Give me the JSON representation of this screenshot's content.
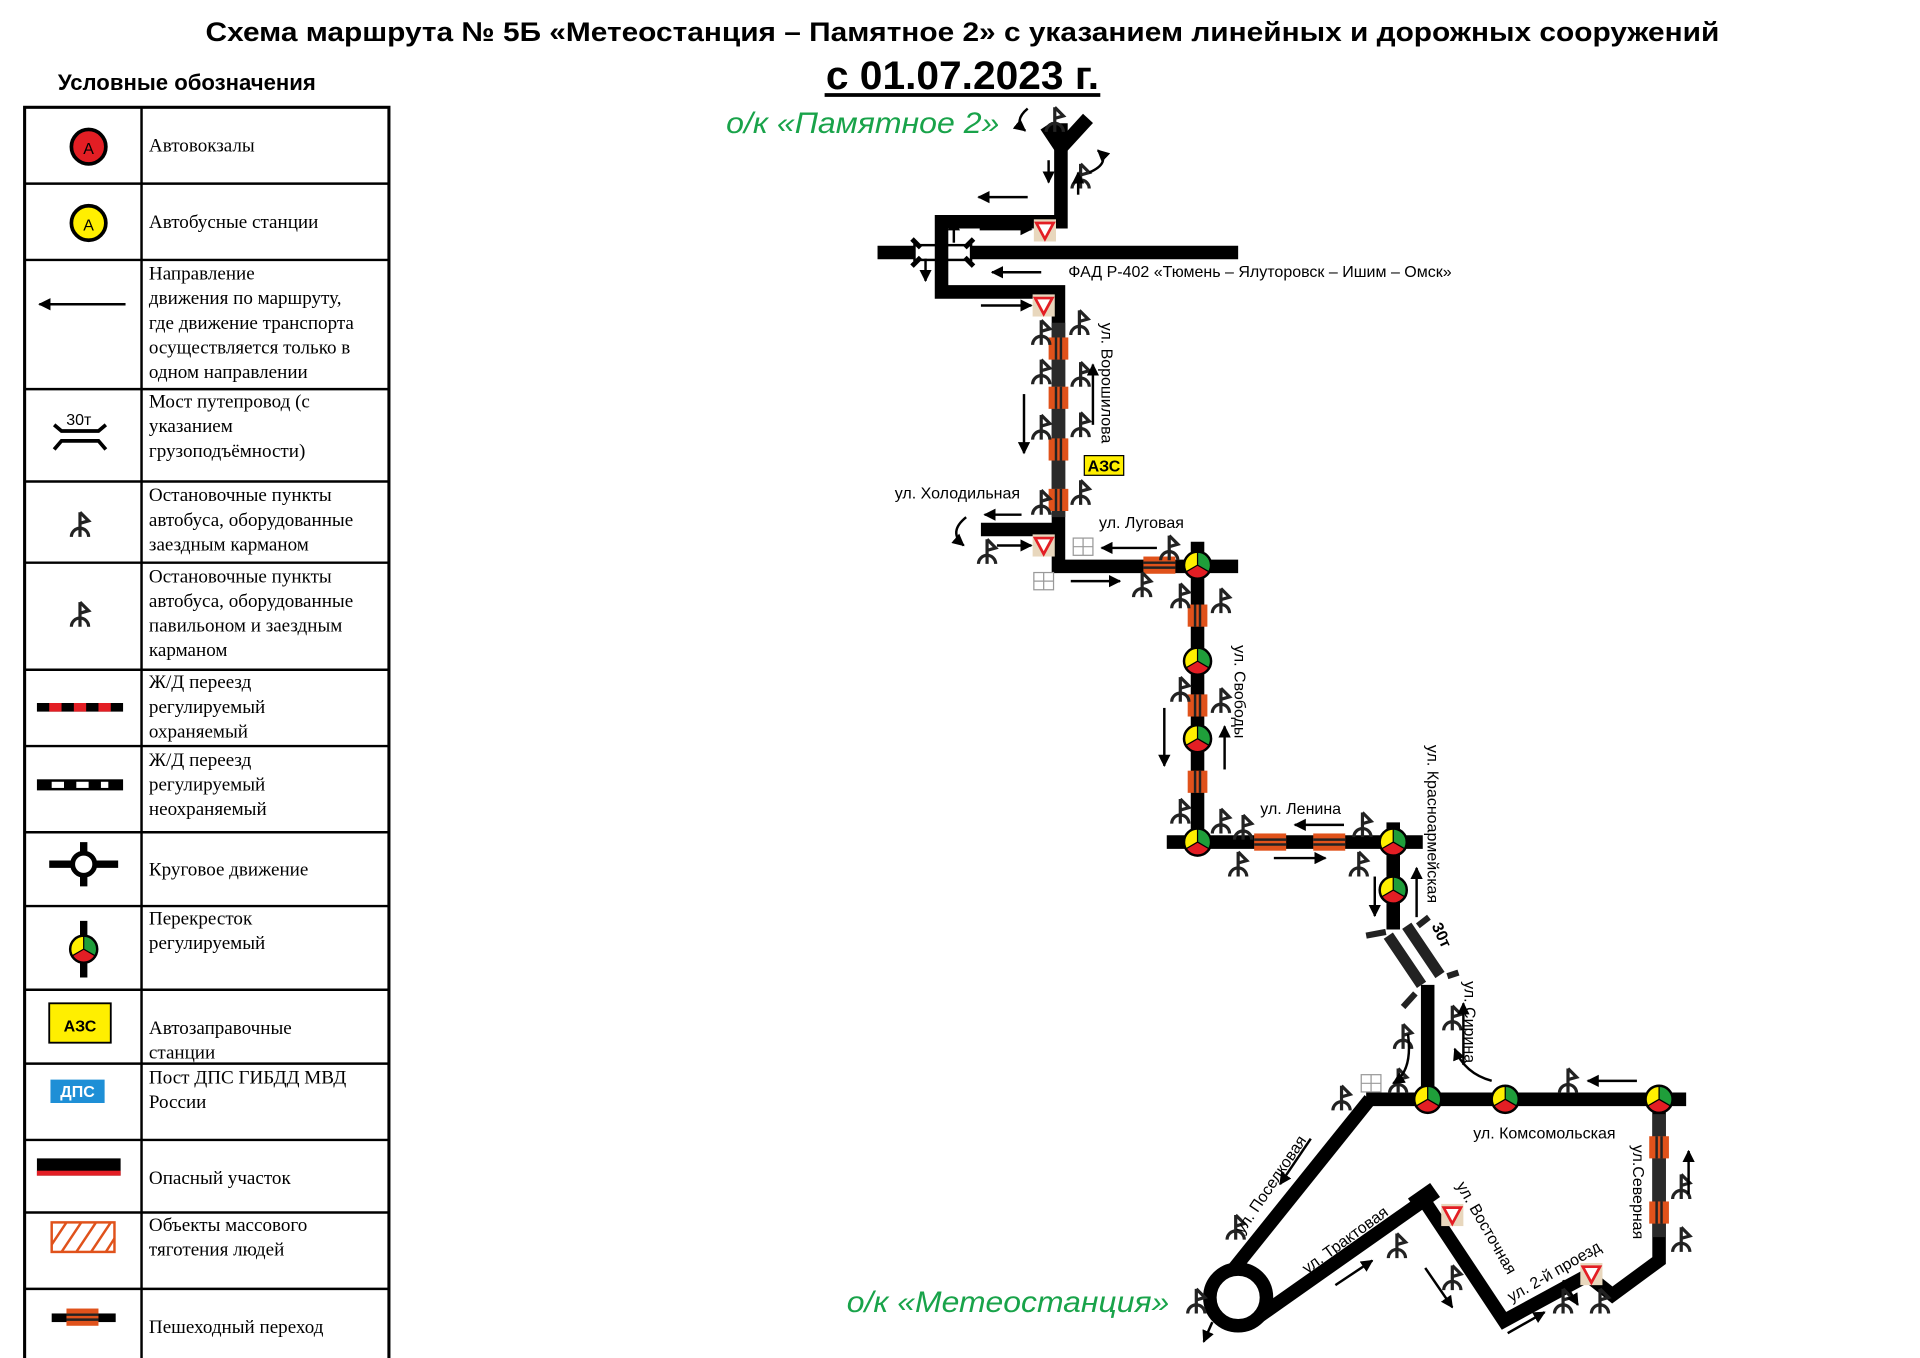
{
  "title": "Схема маршрута № 5Б «Метеостанция – Памятное 2» с указанием линейных и дорожных сооружений",
  "date": "с 01.07.2023 г.",
  "legend": {
    "heading": "Условные обозначения",
    "items": [
      {
        "icon": "bus-terminal-icon",
        "icon_text": "А",
        "lines": [
          "Автовокзалы"
        ]
      },
      {
        "icon": "bus-station-icon",
        "icon_text": "А",
        "lines": [
          "Автобусные станции"
        ]
      },
      {
        "icon": "one-way-arrow-icon",
        "lines": [
          "Направление",
          "движения по маршруту,",
          "где движение транспорта",
          "осуществляется только в",
          "одном направлении"
        ]
      },
      {
        "icon": "bridge-icon",
        "icon_text": "30т",
        "lines": [
          "Мост путепровод (с",
          "указанием",
          "грузоподъёмности)"
        ]
      },
      {
        "icon": "bus-stop-pocket-icon",
        "lines": [
          "Остановочные пункты",
          "автобуса, оборудованные",
          "заездным карманом"
        ]
      },
      {
        "icon": "bus-stop-pavilion-icon",
        "lines": [
          "Остановочные пункты",
          "автобуса, оборудованные",
          "павильоном и заездным",
          "карманом"
        ]
      },
      {
        "icon": "railway-crossing-guarded-icon",
        "lines": [
          "Ж/Д переезд",
          "регулируемый",
          "охраняемый"
        ]
      },
      {
        "icon": "railway-crossing-unguarded-icon",
        "lines": [
          "Ж/Д переезд",
          "регулируемый",
          "неохраняемый"
        ]
      },
      {
        "icon": "roundabout-icon",
        "lines": [
          "Круговое движение"
        ]
      },
      {
        "icon": "traffic-light-icon",
        "lines": [
          "Перекресток",
          "регулируемый"
        ]
      },
      {
        "icon": "gas-station-icon",
        "icon_text": "АЗС",
        "lines": [
          "Автозаправочные",
          "станции"
        ]
      },
      {
        "icon": "police-post-icon",
        "icon_text": "ДПС",
        "lines": [
          "Пост ДПС ГИБДД МВД",
          "России"
        ]
      },
      {
        "icon": "dangerous-section-icon",
        "lines": [
          "Опасный участок"
        ]
      },
      {
        "icon": "crowd-object-icon",
        "lines": [
          "Объекты массового",
          "тяготения людей"
        ]
      },
      {
        "icon": "pedestrian-crossing-icon",
        "lines": [
          "Пешеходный переход"
        ]
      }
    ]
  },
  "map": {
    "stop_start": "о/к «Памятное 2»",
    "stop_end": "о/к «Метеостанция»",
    "highway": "ФАД Р-402 «Тюмень – Ялуторовск – Ишим – Омск»",
    "gas_station": "АЗС",
    "bridge_load": "30т",
    "streets": {
      "voroshilova": "ул. Ворошилова",
      "holodilnaya": "ул. Холодильная",
      "lugovaya": "ул. Луговая",
      "svobody": "ул. Свободы",
      "lenina": "ул. Ленина",
      "krasnoarmeyskaya": "ул. Красноармейская",
      "sirina": "ул. Сирина",
      "komsomolskaya": "ул. Комсомольская",
      "poselkovaya": "ул. Поселковая",
      "traktovaya": "ул. Трактовая",
      "vostochnaya": "ул. Восточная",
      "proezd2": "ул. 2-й проезд",
      "severnaya": "ул.Северная"
    }
  },
  "colors": {
    "route_green": "#19a34a",
    "crossing_orange": "#e0521b",
    "red": "#e31e24",
    "yellow": "#ffef00",
    "green": "#1f9e3a",
    "police_blue": "#1e8fd6"
  }
}
